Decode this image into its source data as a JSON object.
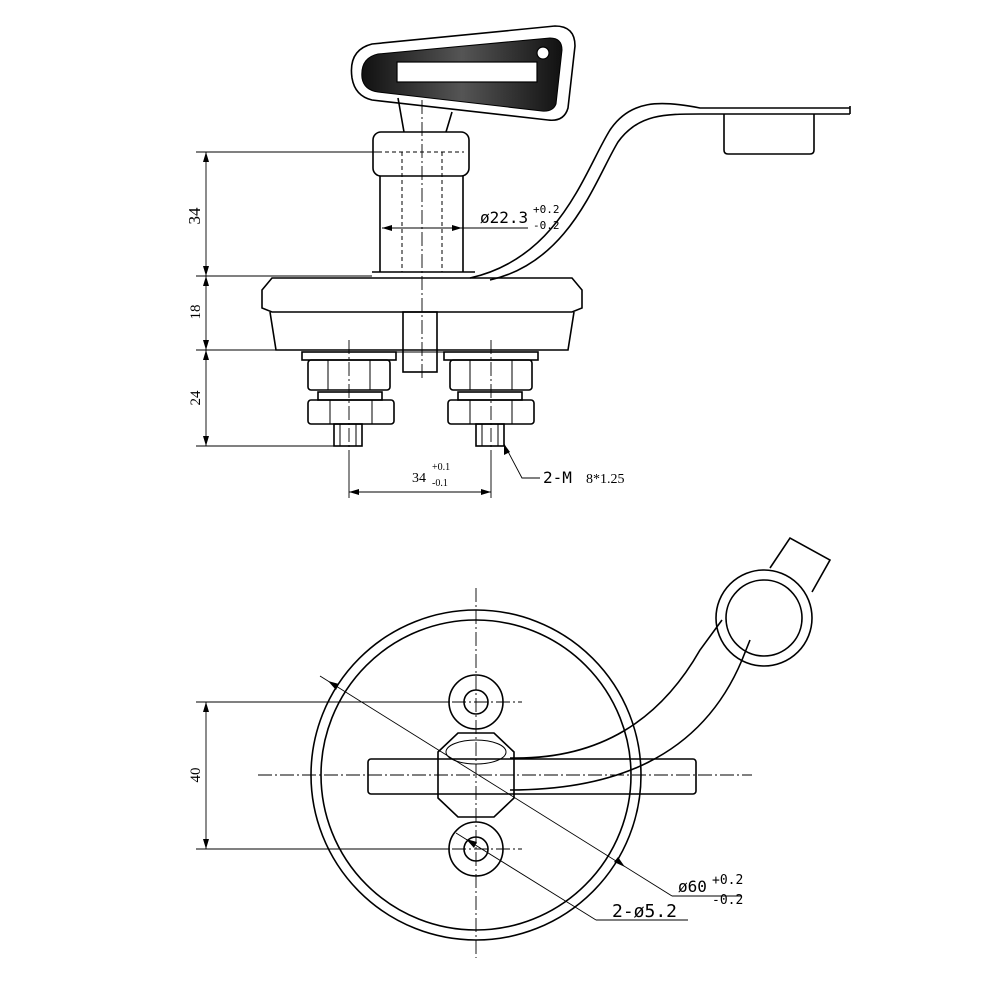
{
  "side_view": {
    "dim_height_top": "34",
    "dim_height_mid": "18",
    "dim_height_bottom": "24",
    "dim_shaft_dia": "ø22.3",
    "dim_shaft_tol_upper": "+0.2",
    "dim_shaft_tol_lower": "-0.2",
    "dim_terminal_spacing": "34",
    "dim_spacing_tol_upper": "+0.1",
    "dim_spacing_tol_lower": "-0.1",
    "thread_callout": "2-M",
    "thread_callout_size": "8*1.25"
  },
  "top_view": {
    "dim_hole_spacing": "40",
    "dim_outer_dia": "ø60",
    "dim_outer_tol_upper": "+0.2",
    "dim_outer_tol_lower": "-0.2",
    "dim_hole_dia": "2-ø5.2"
  },
  "colors": {
    "line": "#000000",
    "background": "#ffffff"
  }
}
